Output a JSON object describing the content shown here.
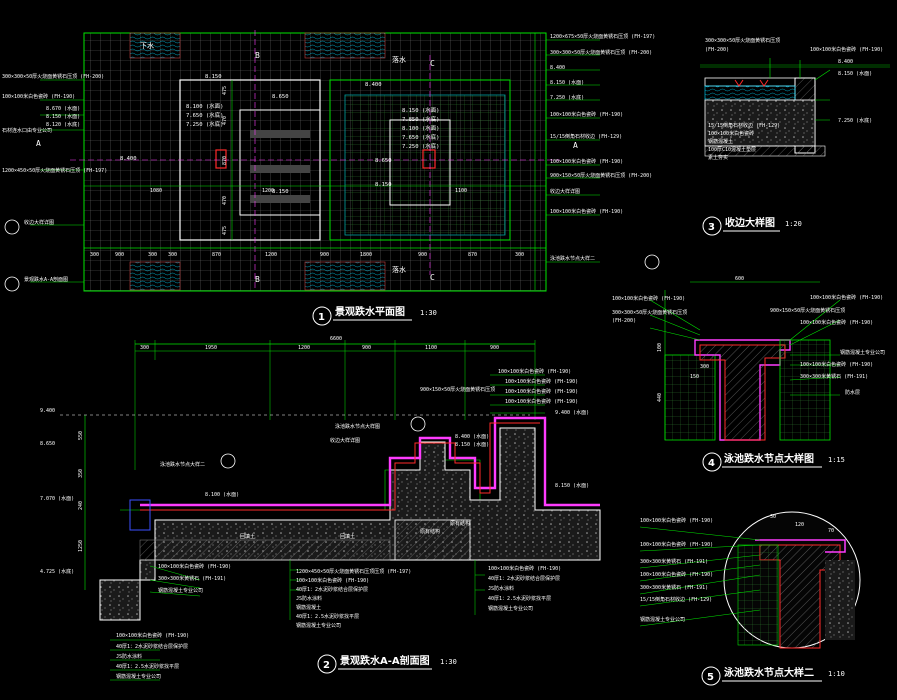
{
  "colors": {
    "background": "#000000",
    "green": "#00e600",
    "white": "#ffffff",
    "red": "#ff2a2a",
    "magenta": "#ff3cff",
    "cyan": "#00d8ff",
    "yellow": "#e6e600",
    "blue": "#3c50ff"
  },
  "views": {
    "plan": {
      "number": "1",
      "title": "景观跌水平面图",
      "scale": "1:30"
    },
    "section": {
      "number": "2",
      "title": "景观跌水A-A剖面图",
      "scale": "1:30"
    },
    "edge_detail": {
      "number": "3",
      "title": "收边大样图",
      "scale": "1:20"
    },
    "pool_detail_1": {
      "number": "4",
      "title": "泳池跌水节点大样图",
      "scale": "1:15"
    },
    "pool_detail_2": {
      "number": "5",
      "title": "泳池跌水节点大样二",
      "scale": "1:10"
    }
  },
  "plan": {
    "section_marks": [
      "A",
      "A",
      "B",
      "B",
      "C",
      "C"
    ],
    "sym_down": "下水",
    "sym_up_left": "落水",
    "sym_up_bottom": "落水",
    "elev": [
      "8.150",
      "8.100 (水面)",
      "7.650 (水底)",
      "7.250 (水底)",
      "8.650",
      "8.400",
      "8.150 (水面)",
      "7.850 (水底)",
      "8.100 (水面)",
      "7.650 (水底)",
      "7.250 (水底)",
      "8.650",
      "8.150",
      "8.400",
      "8.150"
    ],
    "dims_bottom": [
      "300",
      "900",
      "300",
      "300",
      "870",
      "1200",
      "900",
      "1800",
      "900",
      "870",
      "300"
    ],
    "dims_left": [
      "475",
      "470",
      "870",
      "470",
      "475"
    ],
    "dim_center": "1200",
    "dim_1080": "1080",
    "dim_1100": "1100",
    "left_notes": [
      "300×300×50厚火烧面黄锈石压顶 (FH-200)",
      "100×100米白色瓷砖 (FH-190)",
      "8.670 (水面)",
      "8.150 (水面)",
      "8.120 (水底)",
      "石材连水口由专业公司",
      "1200×450×50厚火烧面黄锈石压顶 (FH-197)",
      "收边大样详图",
      "景观跌水A-A剖面图"
    ],
    "right_notes": [
      "1200×675×50厚火烧面黄锈石压顶 (FH-197)",
      "300×300×50厚火烧面黄锈石压顶 (FH-200)",
      "8.400",
      "8.150 (水面)",
      "7.250 (水底)",
      "100×100米白色瓷砖 (FH-190)",
      "15/15倒角石材收边 (FH-129)",
      "100×100米白色瓷砖 (FH-190)",
      "900×150×50厚火烧面黄锈石压顶 (FH-200)",
      "收边大样详图",
      "100×100米白色瓷砖 (FH-190)",
      "泳池跌水节点大样二"
    ]
  },
  "section": {
    "dims_top": [
      "300",
      "1950",
      "1200",
      "900",
      "1100",
      "900"
    ],
    "dim_total": "6600",
    "dims_left": [
      "550",
      "350",
      "240",
      "1250"
    ],
    "elev": [
      "9.400",
      "8.650",
      "7.070 (水面)",
      "4.725 (水底)",
      "8.100 (水面)",
      "9.400 (水面)",
      "8.400 (水面)",
      "8.150 (水面)",
      "8.150 (水面)"
    ],
    "callouts": [
      "泳池跌水节点大样图",
      "泳池跌水节点大样二",
      "收边大样详图"
    ],
    "fill_labels": [
      "回填土",
      "回填土",
      "原有结构",
      "原有结构"
    ],
    "notes_top": [
      "100×100米白色瓷砖 (FH-190)",
      "900×150×50厚火烧面黄锈石压顶",
      "100×100米白色瓷砖 (FH-190)",
      "100×100米白色瓷砖 (FH-190)",
      "100×100米白色瓷砖 (FH-190)"
    ],
    "notes_left": [
      "100×100米白色瓷砖 (FH-190)",
      "300×300米黄锈石 (FH-191)",
      "钢筋混凝土专业公司",
      "100×100米白色瓷砖 (FH-190)",
      "40厚1：2水泥砂浆结合层保护层",
      "JS防水涂料",
      "40厚1：2.5水泥砂浆找平层",
      "钢筋混凝土专业公司"
    ],
    "notes_bottom": [
      "1200×450×50厚火烧面黄锈石压顶压顶 (FH-197)",
      "100×100米白色瓷砖 (FH-190)",
      "40厚1：2水泥砂浆结合层保护层",
      "JS防水涂料",
      "钢筋混凝土",
      "40厚1：2.5水泥砂浆找平层",
      "钢筋混凝土专业公司"
    ],
    "notes_right": [
      "100×100米白色瓷砖 (FH-190)",
      "40厚1：2水泥砂浆结合层保护层",
      "JS防水涂料",
      "40厚1：2.5水泥砂浆找平层",
      "钢筋混凝土专业公司"
    ]
  },
  "edge_detail": {
    "notes_top": [
      "300×300×50厚火烧面黄锈石压顶",
      "(FH-200)",
      "100×100米白色瓷砖 (FH-190)"
    ],
    "elev": [
      "8.400",
      "8.150 (水面)",
      "7.250 (水底)"
    ],
    "notes_left": [
      "15/15倒角石材收边 (FH-129)",
      "100×100米白色瓷砖",
      "钢筋混凝土",
      "100厚C10混凝土垫层",
      "素土夯实"
    ]
  },
  "pool_detail_1": {
    "dims": [
      "600",
      "300",
      "150",
      "440",
      "100"
    ],
    "notes_left": [
      "100×100米白色瓷砖 (FH-190)",
      "300×300×50厚火烧面黄锈石压顶",
      "(FH-200)"
    ],
    "notes_right": [
      "100×100米白色瓷砖 (FH-190)",
      "900×150×50厚火烧面黄锈石压顶",
      "100×100米白色瓷砖 (FH-190)",
      "钢筋混凝土专业公司",
      "100×100米白色瓷砖 (FH-190)",
      "300×300米黄锈石 (FH-191)",
      "防水层"
    ]
  },
  "pool_detail_2": {
    "notes_left": [
      "100×100米白色瓷砖 (FH-190)",
      "100×100米白色瓷砖 (FH-190)",
      "300×300米黄锈石 (FH-191)",
      "100×100米白色瓷砖 (FH-190)",
      "300×300米黄锈石 (FH-191)",
      "15/15倒角石材收边 (FH-129)",
      "钢筋混凝土专业公司"
    ],
    "dims": [
      "30",
      "120",
      "70"
    ]
  }
}
